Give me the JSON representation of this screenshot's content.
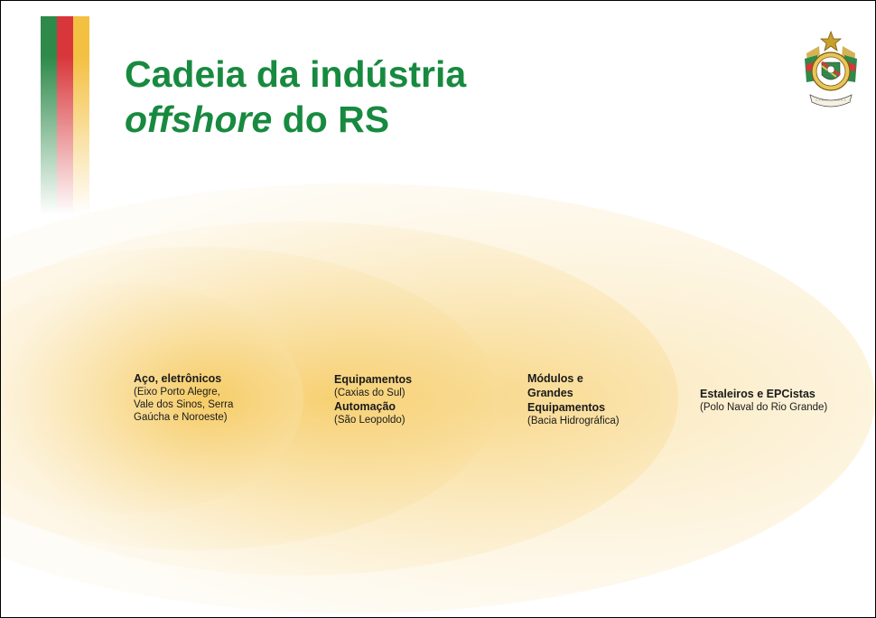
{
  "title": {
    "line1": "Cadeia da indústria",
    "line2_italic": "offshore",
    "line2_rest": " do RS"
  },
  "logo": {
    "name": "coat-of-arms-rs"
  },
  "colors": {
    "title": "#178a3f",
    "stripe_green": "#2e8a4a",
    "stripe_red": "#d8363a",
    "stripe_yellow": "#f4c042",
    "ellipse_core": "#f5c85a",
    "ellipse_edge": "#fdf3dc"
  },
  "rings": [
    {
      "heading": "Aço, eletrônicos",
      "sub": [
        "(Eixo Porto Alegre,",
        "Vale dos Sinos, Serra",
        "Gaúcha e Noroeste)"
      ]
    },
    {
      "heading": "Equipamentos",
      "sub": [
        "(Caxias do Sul)"
      ],
      "heading2": "Automação",
      "sub2": [
        "(São Leopoldo)"
      ]
    },
    {
      "heading_lines": [
        "Módulos e",
        "Grandes",
        "Equipamentos"
      ],
      "sub": [
        "(Bacia Hidrográfica)"
      ]
    },
    {
      "heading": "Estaleiros e EPCistas",
      "sub": [
        "(Polo Naval do Rio Grande)"
      ]
    }
  ]
}
